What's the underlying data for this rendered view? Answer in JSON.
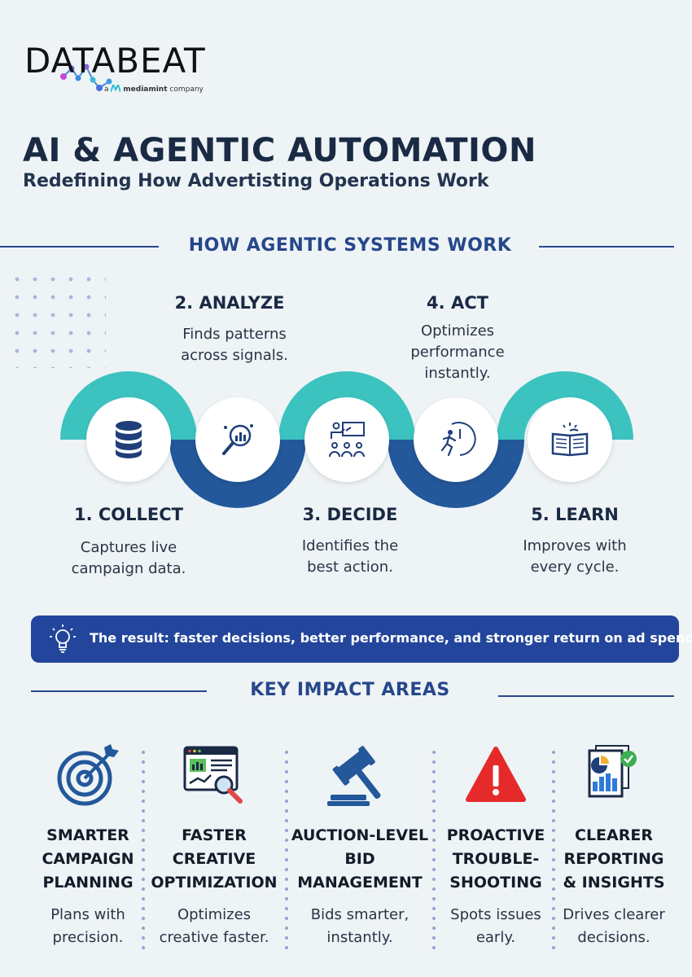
{
  "logo": {
    "word": "DATABEAT",
    "sub_prefix": "a",
    "sub_brand": "mediamint",
    "sub_suffix": "company"
  },
  "header": {
    "title": "AI & AGENTIC AUTOMATION",
    "subtitle": "Redefining How Advertisting Operations Work"
  },
  "how": {
    "heading": "HOW AGENTIC SYSTEMS WORK",
    "steps": [
      {
        "title": "1. COLLECT",
        "desc": "Captures live\ncampaign data.",
        "icon": "database-icon"
      },
      {
        "title": "2. ANALYZE",
        "desc": "Finds patterns\nacross signals.",
        "icon": "analytics-magnifier-icon"
      },
      {
        "title": "3. DECIDE",
        "desc": "Identifies the\nbest action.",
        "icon": "presentation-team-icon"
      },
      {
        "title": "4. ACT",
        "desc": "Optimizes\nperformance\ninstantly.",
        "icon": "running-clock-icon"
      },
      {
        "title": "5. LEARN",
        "desc": "Improves with\nevery cycle.",
        "icon": "open-book-icon"
      }
    ],
    "colors": {
      "teal": "#3cc3c0",
      "navy": "#23589a"
    }
  },
  "result": {
    "text": "The result: faster decisions, better performance, and stronger return on ad spend.",
    "icon": "lightbulb-icon"
  },
  "impact": {
    "heading": "KEY IMPACT AREAS",
    "items": [
      {
        "title": "SMARTER\nCAMPAIGN\nPLANNING",
        "desc": "Plans with\nprecision.",
        "icon": "target-arrow-icon"
      },
      {
        "title": "FASTER\nCREATIVE\nOPTIMIZATION",
        "desc": "Optimizes\ncreative faster.",
        "icon": "browser-chart-magnifier-icon"
      },
      {
        "title": "AUCTION-LEVEL\nBID\nMANAGEMENT",
        "desc": "Bids smarter,\ninstantly.",
        "icon": "gavel-icon"
      },
      {
        "title": "PROACTIVE\nTROUBLE-\nSHOOTING",
        "desc": "Spots issues\nearly.",
        "icon": "warning-icon"
      },
      {
        "title": "CLEARER\nREPORTING\n& INSIGHTS",
        "desc": "Drives clearer\ndecisions.",
        "icon": "report-chart-icon"
      }
    ]
  }
}
